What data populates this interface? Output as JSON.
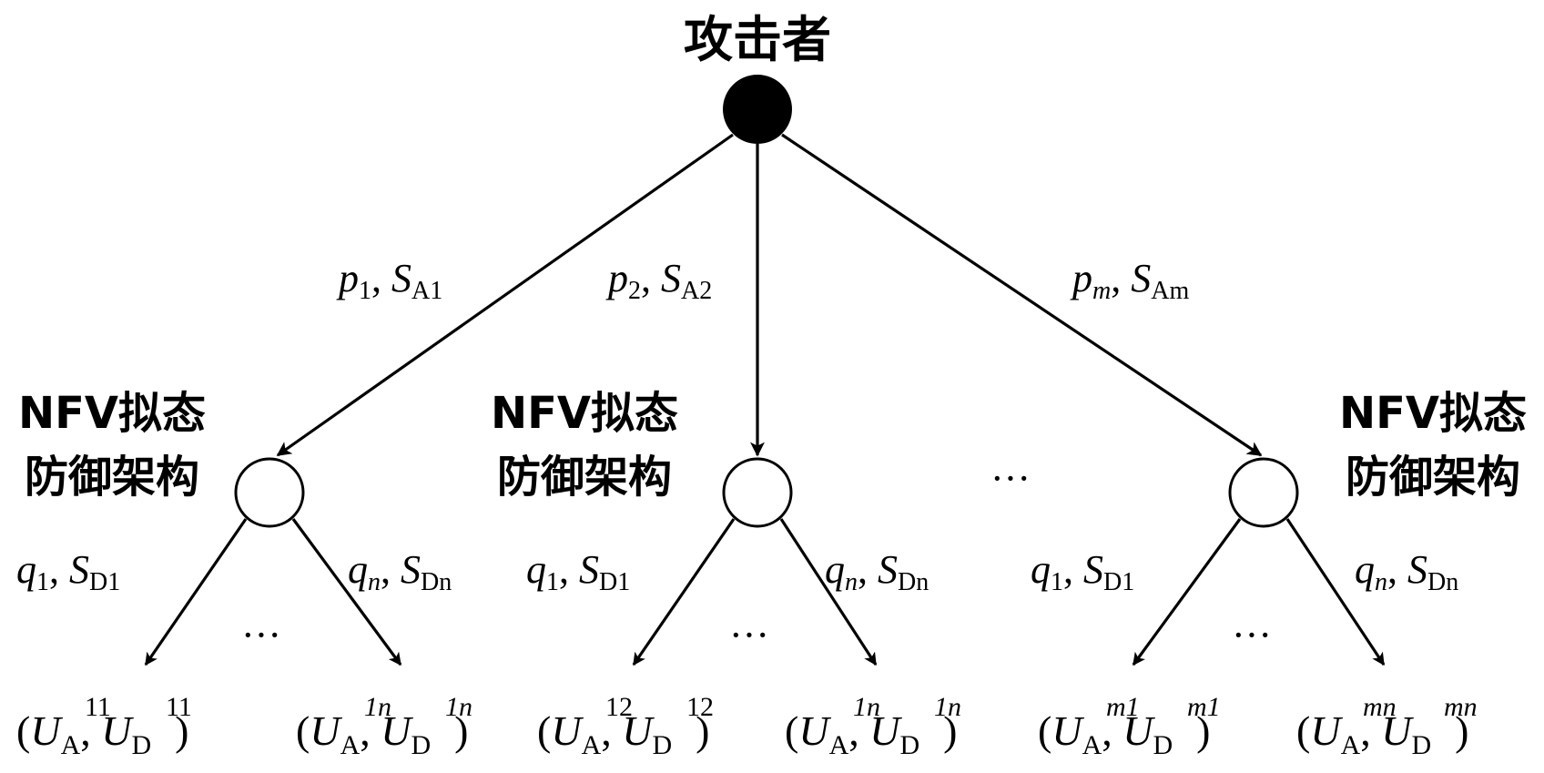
{
  "root": {
    "label": "攻击者"
  },
  "defender_label": {
    "line1": "NFV拟态",
    "line2": "防御架构"
  },
  "ellipsis": "···",
  "top_edges": {
    "e1": {
      "p": "p",
      "p_sub": "1",
      "s": "S",
      "s_sub": "A1"
    },
    "e2": {
      "p": "p",
      "p_sub": "2",
      "s": "S",
      "s_sub": "A2"
    },
    "em": {
      "p": "p",
      "p_sub": "m",
      "s": "S",
      "s_sub": "Am"
    }
  },
  "low_edges": {
    "first": {
      "q": "q",
      "q_sub": "1",
      "s": "S",
      "s_sub": "D1"
    },
    "last": {
      "q": "q",
      "q_sub": "n",
      "s": "S",
      "s_sub": "Dn"
    }
  },
  "leaves": [
    {
      "sup": "11"
    },
    {
      "sup": "1n"
    },
    {
      "sup": "12"
    },
    {
      "sup": "1n"
    },
    {
      "sup": "m1"
    },
    {
      "sup": "mn"
    }
  ],
  "payoff": {
    "ua": "U",
    "ua_sub": "A",
    "ud": "U",
    "ud_sub": "D",
    "sep": ",",
    "open": "(",
    "close": ")"
  }
}
